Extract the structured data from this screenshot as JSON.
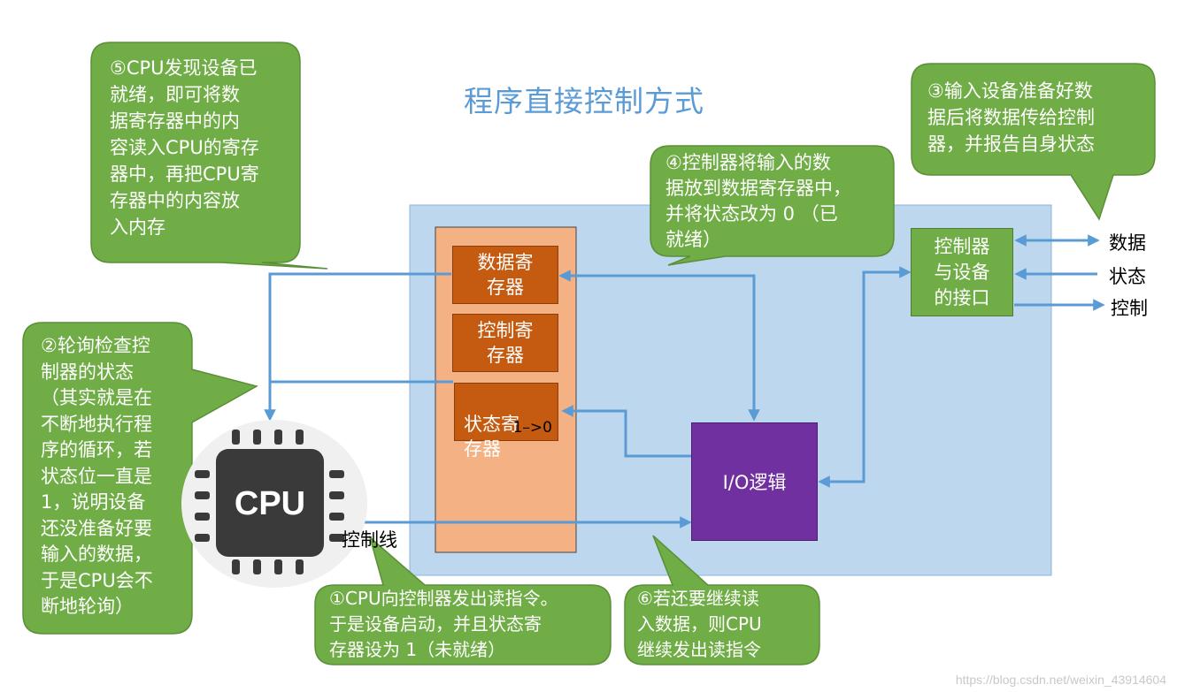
{
  "title": "程序直接控制方式",
  "colors": {
    "title": "#5b9bd5",
    "callout_fill": "#70ad47",
    "callout_border": "#5a8f38",
    "controller_panel": "#bdd7ee",
    "register_column": "#f4b183",
    "register": "#c55a11",
    "io_logic": "#7030a0",
    "arrow": "#5b9bd5",
    "cpu_chip": "#3a3a3a"
  },
  "callouts": {
    "c1": "①CPU向控制器发出读指令。\n于是设备启动，并且状态寄\n存器设为 1（未就绪）",
    "c2": "②轮询检查控\n制器的状态\n（其实就是在\n不断地执行程\n序的循环，若\n状态位一直是\n1，说明设备\n还没准备好要\n输入的数据，\n于是CPU会不\n断地轮询）",
    "c3": "③输入设备准备好数\n据后将数据传给控制\n器，并报告自身状态",
    "c4": "④控制器将输入的数\n据放到数据寄存器中，\n并将状态改为 0 （已\n就绪）",
    "c5": "⑤CPU发现设备已\n就绪，即可将数\n据寄存器中的内\n容读入CPU的寄存\n器中，再把CPU寄\n存器中的内容放\n入内存",
    "c6": "⑥若还要继续读\n入数据，则CPU\n继续发出读指令"
  },
  "registers": {
    "data": "数据寄\n存器",
    "control": "控制寄\n存器",
    "status": "状态寄\n存器",
    "status_change": "1–>0"
  },
  "io_logic": "I/O逻辑",
  "interface": "控制器\n与设备\n的接口",
  "device_signals": {
    "data": "数据",
    "status": "状态",
    "control": "控制"
  },
  "cpu_label": "CPU",
  "control_line_label": "控制线",
  "watermark": "https://blog.csdn.net/weixin_43914604"
}
